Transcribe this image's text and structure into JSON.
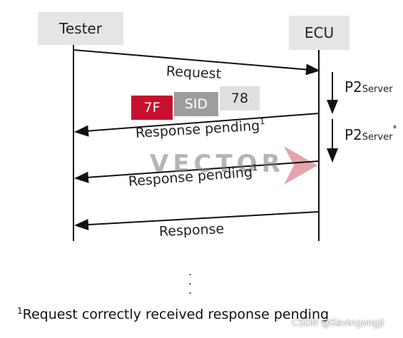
{
  "participants": {
    "tester": "Tester",
    "ecu": "ECU"
  },
  "messages": {
    "request": "Request",
    "response_pending": "Response pending",
    "response_pending_mark": "1",
    "response": "Response"
  },
  "nrc_frame": [
    {
      "label": "7F",
      "color": "#c8102e"
    },
    {
      "label": "SID",
      "color": "#9d9d9f"
    },
    {
      "label": "78",
      "color": "#dedfe0"
    }
  ],
  "timers": {
    "p2": "P2",
    "p2_sub": "Server",
    "p2_star_sub": "Server",
    "star": "*"
  },
  "logo": {
    "text": "VECTOR",
    "accent_color": "#e0949c"
  },
  "ellipsis": ".\n.\n.",
  "footnote": {
    "mark": "1",
    "text": "Request correctly received response pending"
  },
  "watermark": "CSDN @Kevingongjl"
}
